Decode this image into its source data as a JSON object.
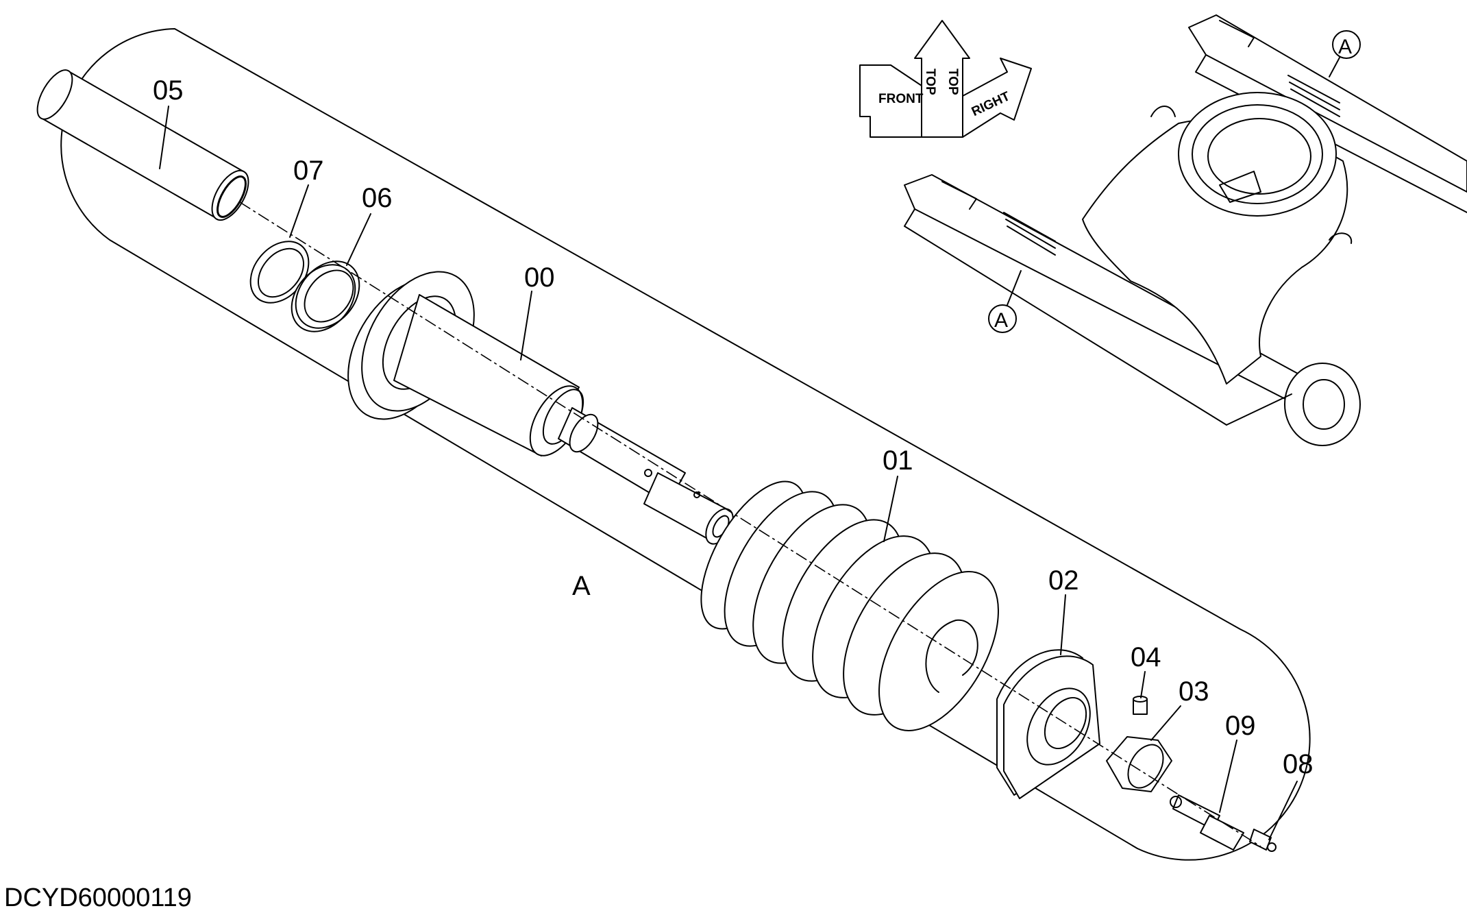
{
  "diagram_id": "DCYD60000119",
  "parts": {
    "p05": "05",
    "p07": "07",
    "p06": "06",
    "p00": "00",
    "p01": "01",
    "p02": "02",
    "p04": "04",
    "p03": "03",
    "p09": "09",
    "p08": "08"
  },
  "detail_marker": "A",
  "orientation": {
    "front": "FRONT",
    "top": "TOP",
    "right": "RIGHT"
  }
}
